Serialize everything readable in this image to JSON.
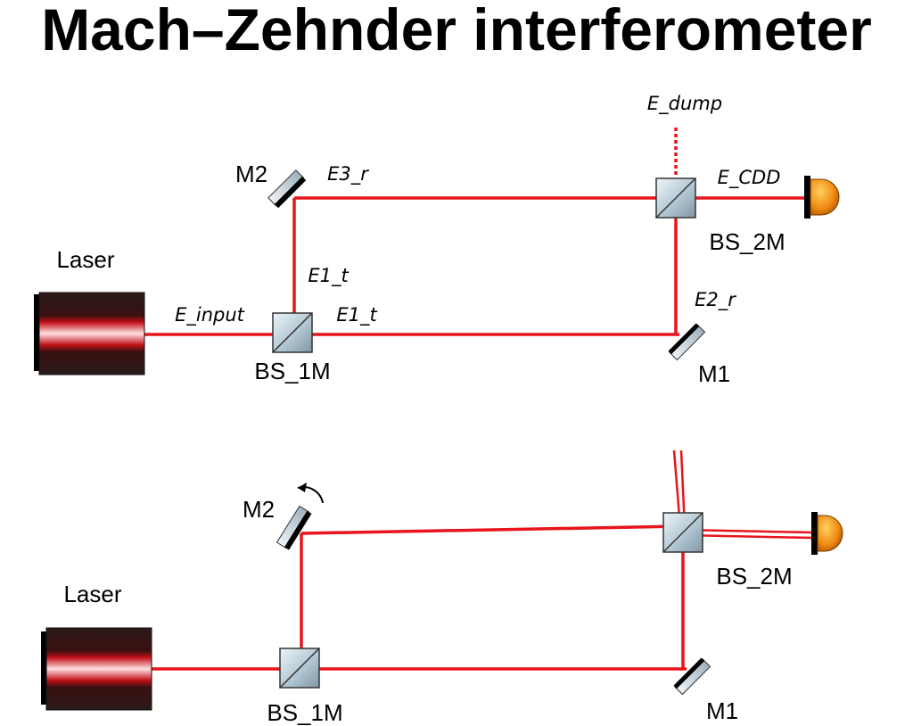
{
  "title": "Mach–Zehnder interferometer",
  "top_setup": {
    "laser_label": "Laser",
    "bs1_label": "BS_1M",
    "bs2_label": "BS_2M",
    "m1_label": "M1",
    "m2_label": "M2",
    "fields": {
      "input": "E_input",
      "e1_t_vertical": "E1_t",
      "e1_t_horizontal": "E1_t",
      "e3_r": "E3_r",
      "e2_r": "E2_r",
      "dump": "E_dump",
      "cdd": "E_CDD"
    }
  },
  "bottom_setup": {
    "laser_label": "Laser",
    "bs1_label": "BS_1M",
    "bs2_label": "BS_2M",
    "m1_label": "M1",
    "m2_label": "M2"
  },
  "colors": {
    "beam": "#e8141c",
    "detector": "#f08a10",
    "optic": "#b8ccd8"
  }
}
